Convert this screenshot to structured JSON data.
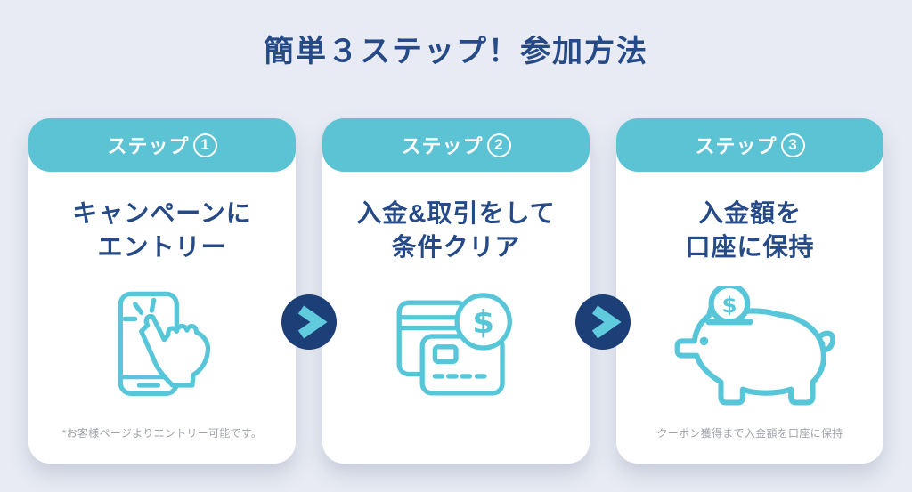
{
  "page": {
    "title": "簡単３ステップ！参加方法",
    "background_color": "#e8ebf3"
  },
  "colors": {
    "accent_teal": "#5cc3d5",
    "icon_teal": "#57c6d9",
    "navy_text": "#254a87",
    "arrow_circle_navy": "#1d3f78",
    "arrow_chevron_teal": "#5fcbdc",
    "header_text": "#ffffff",
    "card_background": "#ffffff",
    "note_gray": "#9fa3ab"
  },
  "steps": [
    {
      "header_label": "ステップ",
      "header_number": "1",
      "title_line1": "キャンペーンに",
      "title_line2": "エントリー",
      "icon": "phone-tap-icon",
      "note": "*お客様ページよりエントリー可能です。"
    },
    {
      "header_label": "ステップ",
      "header_number": "2",
      "title_line1": "入金&取引をして",
      "title_line2": "条件クリア",
      "icon": "credit-card-dollar-icon",
      "note": ""
    },
    {
      "header_label": "ステップ",
      "header_number": "3",
      "title_line1": "入金額を",
      "title_line2": "口座に保持",
      "icon": "piggy-bank-icon",
      "note": "クーポン獲得まで入金額を口座に保持"
    }
  ],
  "arrows": [
    {
      "glyph": ">"
    },
    {
      "glyph": ">"
    }
  ],
  "icons": {
    "coin_symbol": "$"
  }
}
